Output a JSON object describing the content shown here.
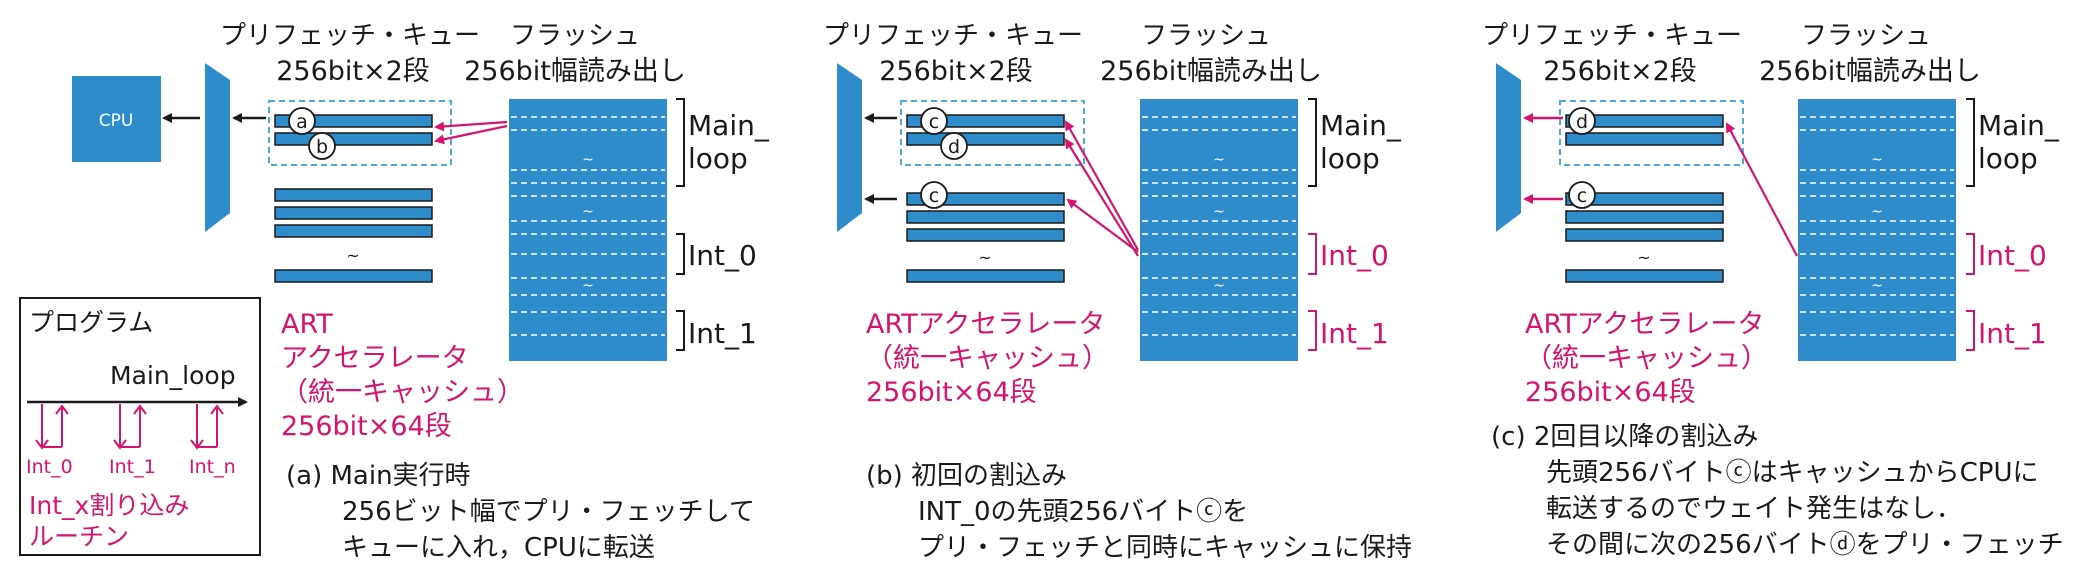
{
  "colors": {
    "blue": "#2f8ccb",
    "magenta": "#d4146e",
    "dash": "#4ea9dc",
    "text": "#1a1a1a"
  },
  "labels": {
    "prefetch_line1": "プリフェッチ・キュー",
    "prefetch_line2": "256bit×2段",
    "flash_line1": "フラッシュ",
    "flash_line2": "256bit幅読み出し",
    "main_loop_line1": "Main_",
    "main_loop_line2": "loop",
    "int0": "Int_0",
    "int1": "Int_1",
    "cpu": "CPU",
    "tilde": "~"
  },
  "panels": [
    {
      "id": "a",
      "queue_circles": [
        "a",
        "b"
      ],
      "lower_circle": "",
      "art_lines": [
        "ART",
        "アクセラレータ",
        "（統一キャッシュ）",
        "256bit×64段"
      ],
      "caption": [
        "(a)  Main実行時",
        "256ビット幅でプリ・フェッチして",
        "キューに入れ，CPUに転送"
      ]
    },
    {
      "id": "b",
      "queue_circles": [
        "c",
        "d"
      ],
      "lower_circle": "c",
      "art_lines": [
        "ARTアクセラレータ",
        "（統一キャッシュ）",
        "256bit×64段"
      ],
      "caption": [
        "(b)  初回の割込み",
        "INT_0の先頭256バイトⓒを",
        "プリ・フェッチと同時にキャッシュに保持"
      ]
    },
    {
      "id": "c",
      "queue_circles": [
        "d"
      ],
      "lower_circle": "c",
      "art_lines": [
        "ARTアクセラレータ",
        "（統一キャッシュ）",
        "256bit×64段"
      ],
      "caption": [
        "(c)  2回目以降の割込み",
        "先頭256バイトⓒはキャッシュからCPUに",
        "転送するのでウェイト発生はなし．",
        "その間に次の256バイトⓓをプリ・フェッチ"
      ]
    }
  ],
  "program_box": {
    "title": "プログラム",
    "main_loop": "Main_loop",
    "ints": [
      "Int_0",
      "Int_1",
      "Int_n"
    ],
    "routine_lines": [
      "Int_x割り込み",
      "ルーチン"
    ]
  }
}
